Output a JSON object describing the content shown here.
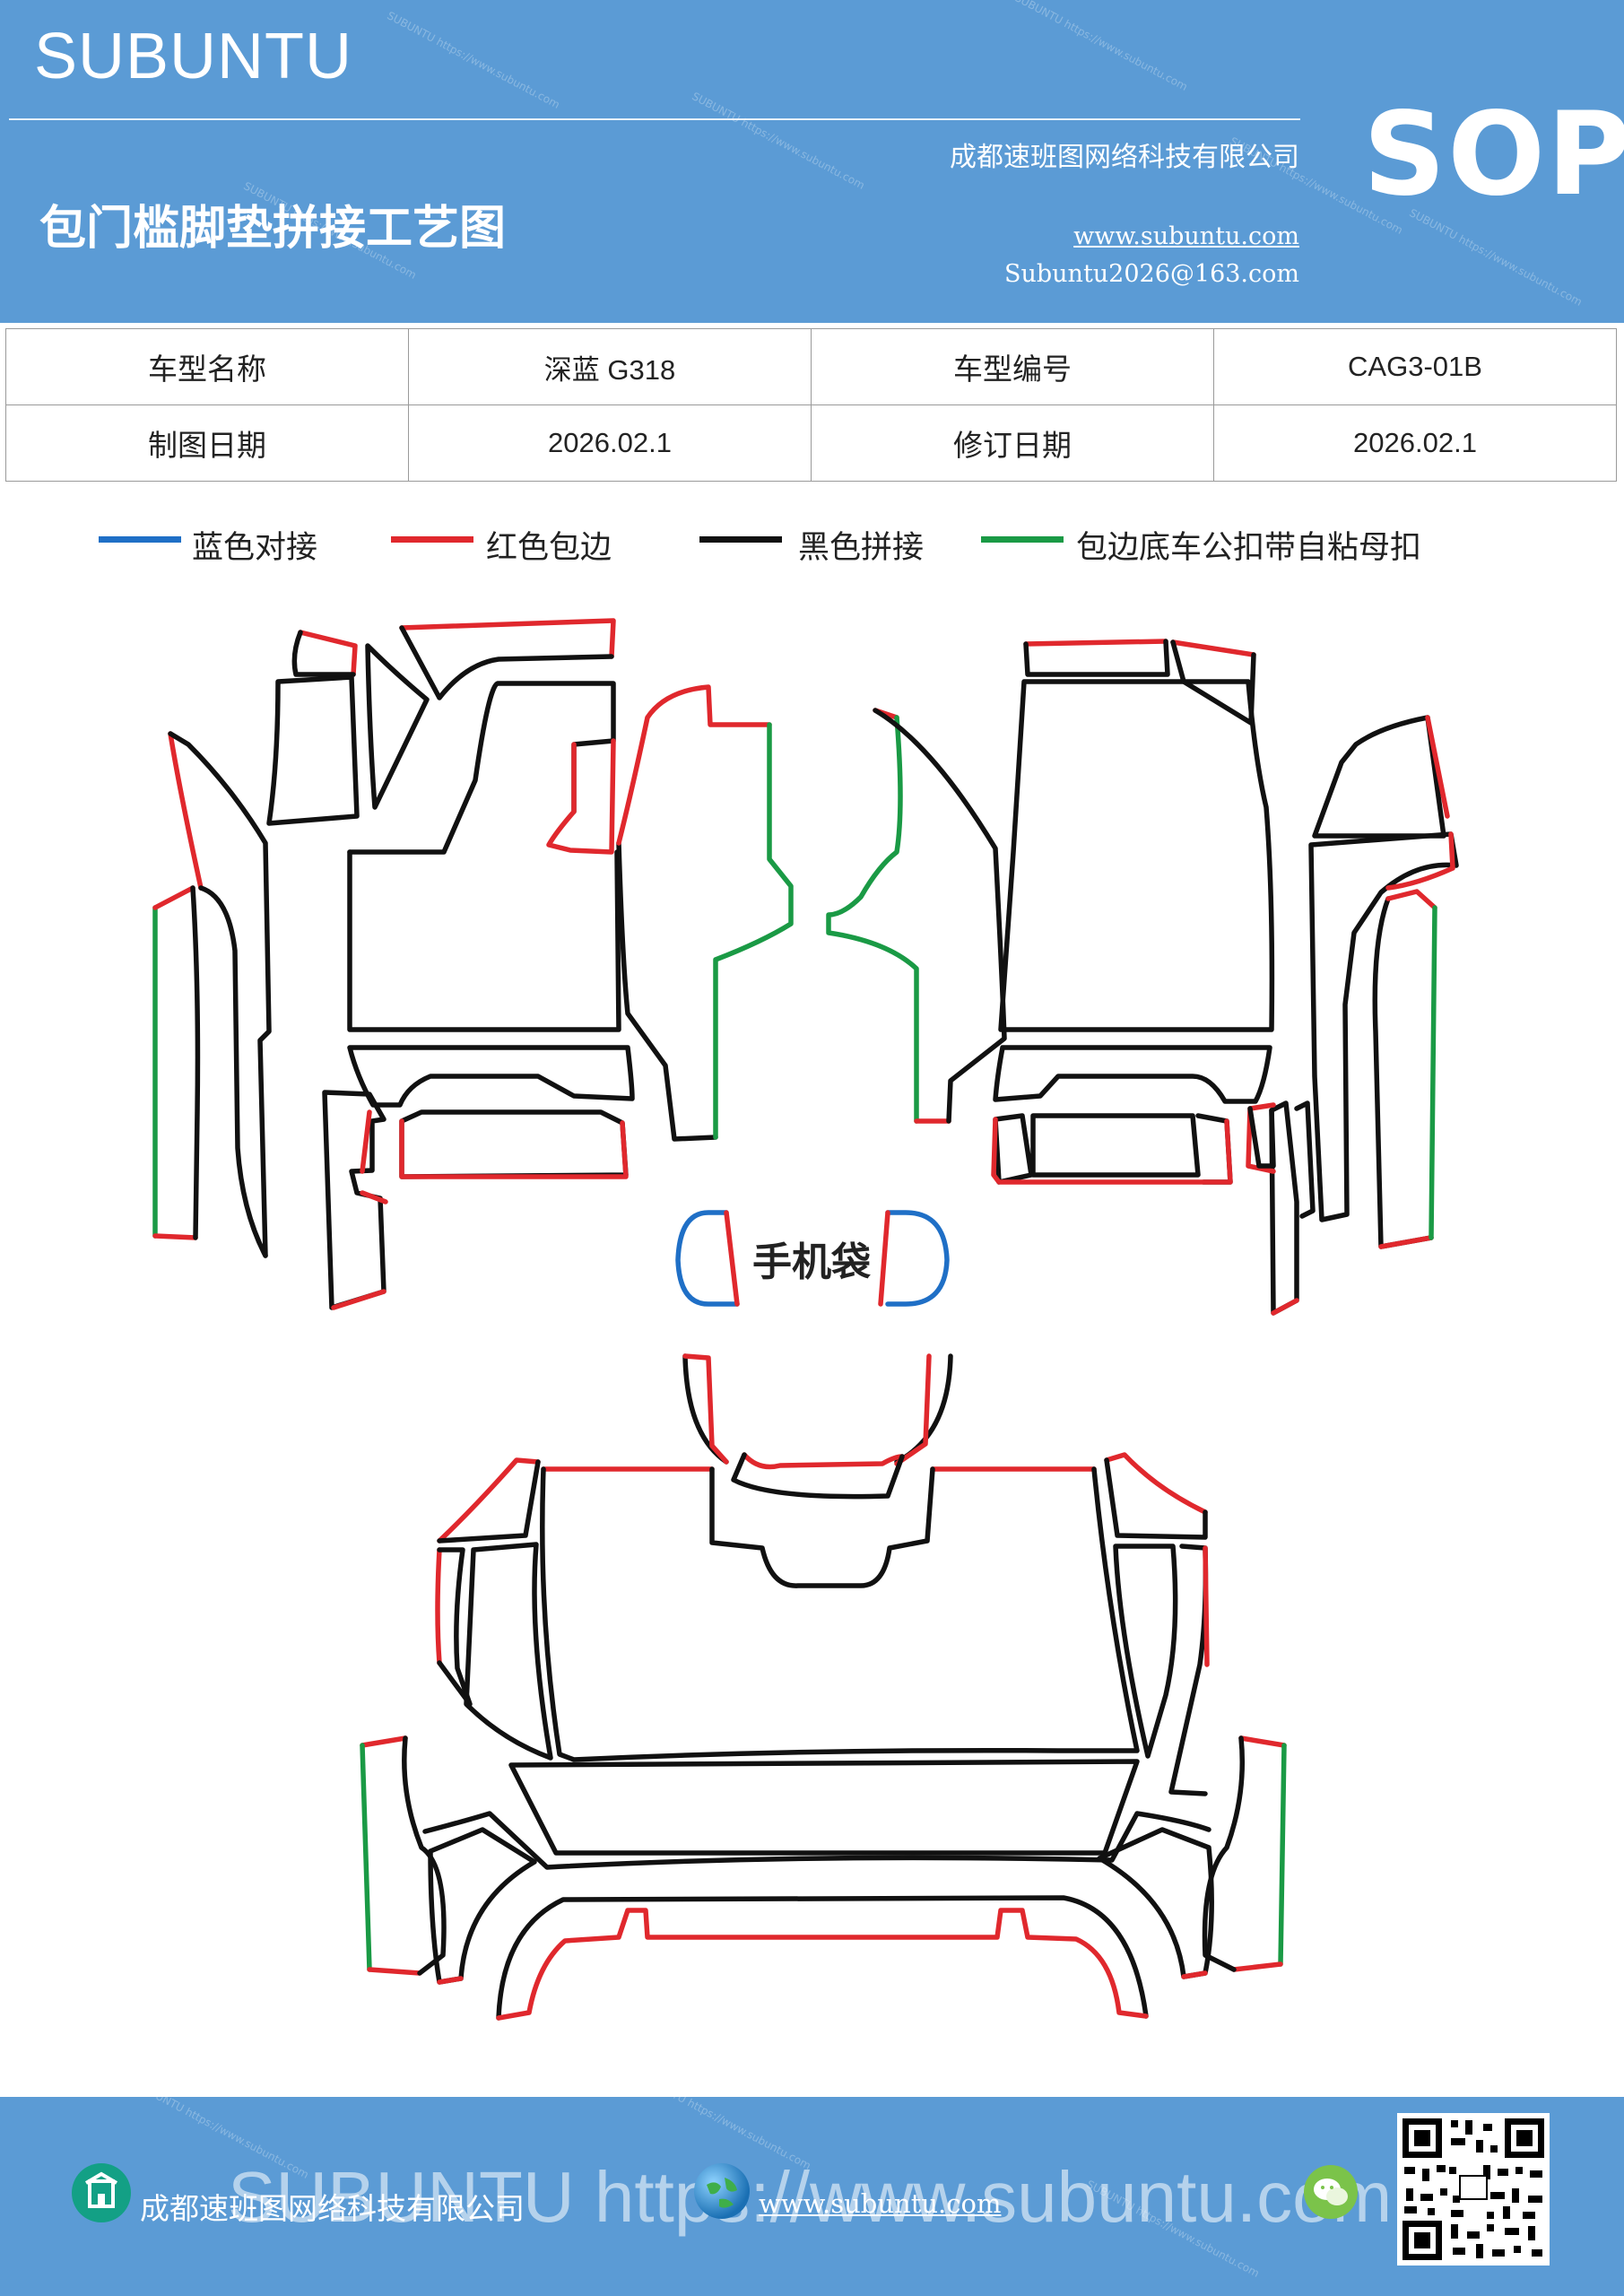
{
  "header": {
    "brand": "SUBUNTU",
    "badge": "SOP",
    "title": "包门槛脚垫拼接工艺图",
    "company": "成都速班图网络科技有限公司",
    "website": "www.subuntu.com",
    "email": "Subuntu2026@163.com"
  },
  "info_table": {
    "rows": [
      [
        "车型名称",
        "深蓝 G318",
        "车型编号",
        "CAG3-01B"
      ],
      [
        "制图日期",
        "2026.02.1",
        "修订日期",
        "2026.02.1"
      ]
    ]
  },
  "legend": [
    {
      "label": "蓝色对接",
      "color": "#1f6fc6"
    },
    {
      "label": "红色包边",
      "color": "#e0282d"
    },
    {
      "label": "黑色拼接",
      "color": "#111111"
    },
    {
      "label": "包边底车公扣带自粘母扣",
      "color": "#1a9a45"
    }
  ],
  "diagram": {
    "phone_bag_label": "手机袋",
    "colors": {
      "blue": "#1f6fc6",
      "red": "#e0282d",
      "black": "#111111",
      "green": "#1a9a45"
    }
  },
  "footer": {
    "company": "成都速班图网络科技有限公司",
    "website": "www.subuntu.com",
    "watermark": "SUBUNTU https://www.subuntu.com",
    "icons": [
      "building-icon",
      "globe-icon",
      "wechat-icon"
    ]
  }
}
